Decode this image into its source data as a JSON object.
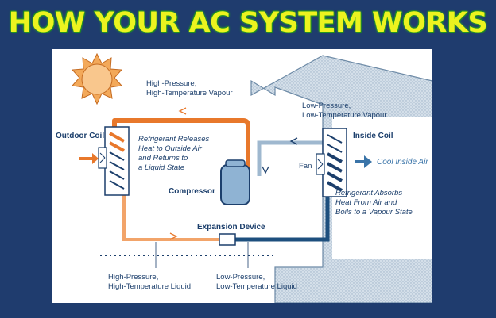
{
  "title": "HOW YOUR AC SYSTEM WORKS",
  "diagram": {
    "hp_vapour": [
      "High-Pressure,",
      "High-Temperature Vapour"
    ],
    "lp_vapour": [
      "Low-Pressure,",
      "Low-Temperature Vapour"
    ],
    "outdoor_coil": "Outdoor Coil",
    "inside_coil": "Inside Coil",
    "fan": "Fan",
    "compressor": "Compressor",
    "expansion_device": "Expansion Device",
    "release_note": [
      "Refrigerant Releases",
      "Heat to Outside Air",
      "and Returns to",
      "a Liquid State"
    ],
    "absorb_note": [
      "Refrigerant Absorbs",
      "Heat From Air and",
      "Boils to a Vapour State"
    ],
    "cool_air": "Cool Inside Air",
    "hp_liquid": [
      "High-Pressure,",
      "High-Temperature Liquid"
    ],
    "lp_liquid": [
      "Low-Pressure,",
      "Low-Temperature Liquid"
    ]
  },
  "colors": {
    "hot": "#e8782b",
    "hot_light": "#f2a46a",
    "cold": "#1d4f7e",
    "cold_light": "#9fb8cf",
    "house": "#c5d3e0"
  }
}
